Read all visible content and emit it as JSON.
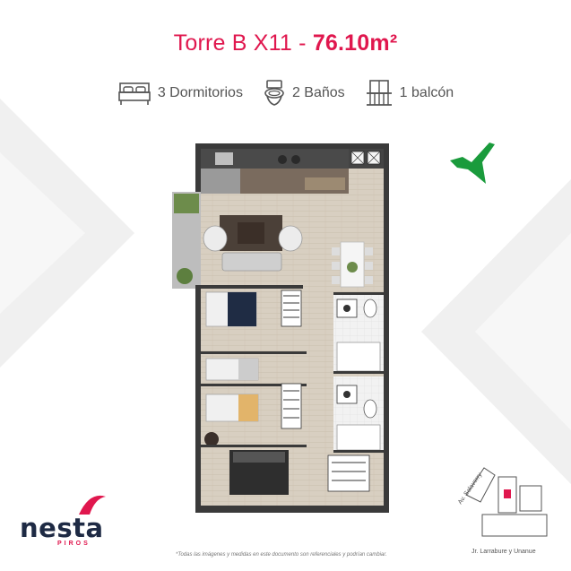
{
  "title": {
    "prefix": "Torre B X11 - ",
    "area": "76.10m²"
  },
  "features": [
    {
      "icon": "bed-icon",
      "label": "3 Dormitorios"
    },
    {
      "icon": "toilet-icon",
      "label": "2 Baños"
    },
    {
      "icon": "balcony-icon",
      "label": "1 balcón"
    }
  ],
  "brand": {
    "name": "nesta",
    "sub": "PIROS",
    "accent": "#e0174e",
    "dark": "#1e2a44"
  },
  "disclaimer": "*Todas las imágenes y medidas en este documento son referenciales y podrían cambiar.",
  "location_map": {
    "street_1": "Av. Salaverry",
    "street_2": "Jr. Larrabure y Unanue"
  },
  "compass": {
    "icon": "north-bird-icon",
    "color": "#1a9b3c"
  },
  "colors": {
    "floor": "#d6cdbf",
    "wall": "#3a3a3a",
    "tile": "#eeeeee"
  }
}
